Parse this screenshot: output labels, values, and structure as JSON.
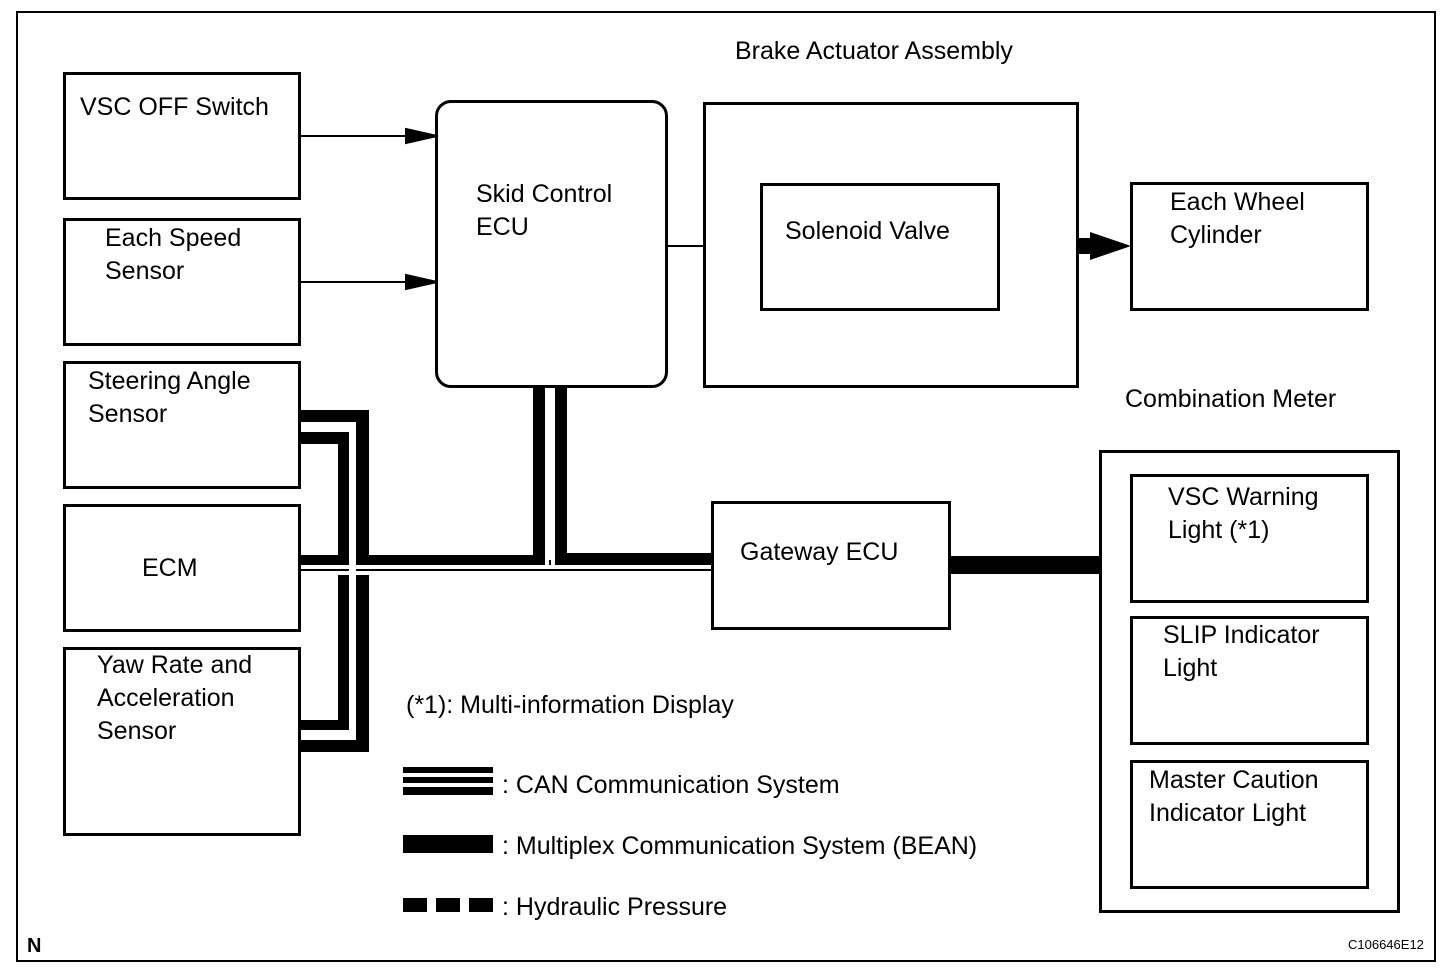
{
  "labels": {
    "brake_actuator_assembly": "Brake Actuator Assembly",
    "combination_meter": "Combination Meter"
  },
  "boxes": {
    "vsc_off_switch": "VSC OFF Switch",
    "each_speed_sensor": "Each Speed\nSensor",
    "steering_angle_sensor": "Steering Angle\nSensor",
    "ecm": "ECM",
    "yaw_rate_sensor": "Yaw Rate and\nAcceleration\nSensor",
    "skid_control_ecu": "Skid Control\nECU",
    "solenoid_valve": "Solenoid Valve",
    "each_wheel_cylinder": "Each Wheel\nCylinder",
    "gateway_ecu": "Gateway ECU",
    "vsc_warning_light": "VSC Warning\nLight (*1)",
    "slip_indicator_light": "SLIP Indicator\nLight",
    "master_caution_light": "Master Caution\nIndicator Light"
  },
  "note": "(*1): Multi-information Display",
  "legend": {
    "can": ": CAN Communication System",
    "bean": ": Multiplex Communication System (BEAN)",
    "hydraulic": ": Hydraulic Pressure"
  },
  "corner": {
    "north": "N",
    "figure_id": "C106646E12"
  }
}
